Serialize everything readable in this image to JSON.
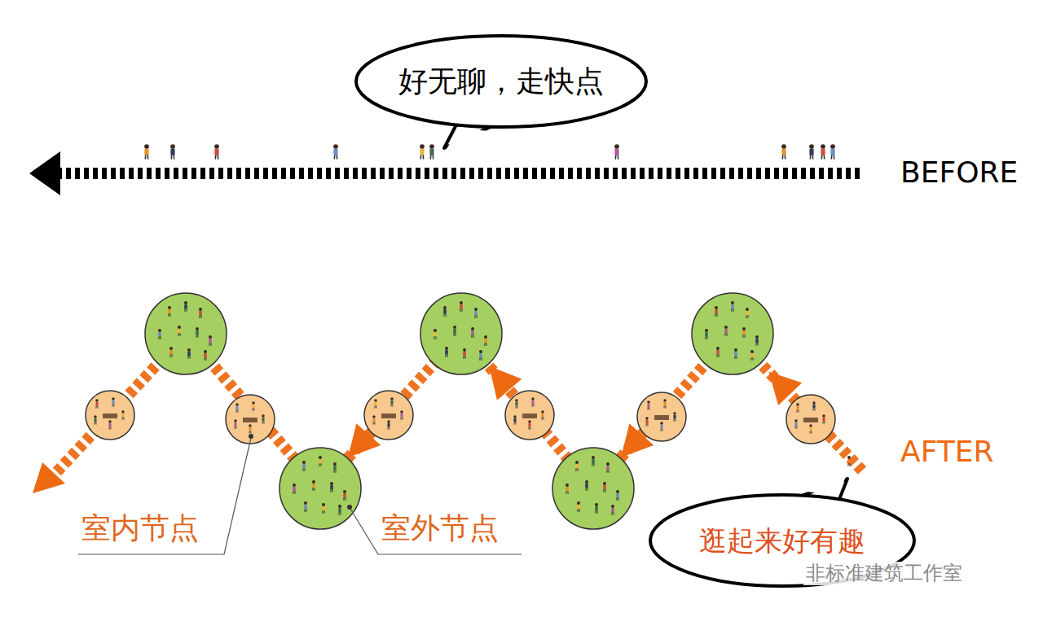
{
  "diagram": {
    "nodes": [
      {
        "text": [
          "好无聊，走快点"
        ]
      },
      {
        "text": [
          "逛起来好有趣"
        ]
      }
    ],
    "labels": [
      "BEFORE",
      "AFTER",
      "室内节点",
      "室外节点",
      "非标准建筑工作室"
    ]
  }
}
